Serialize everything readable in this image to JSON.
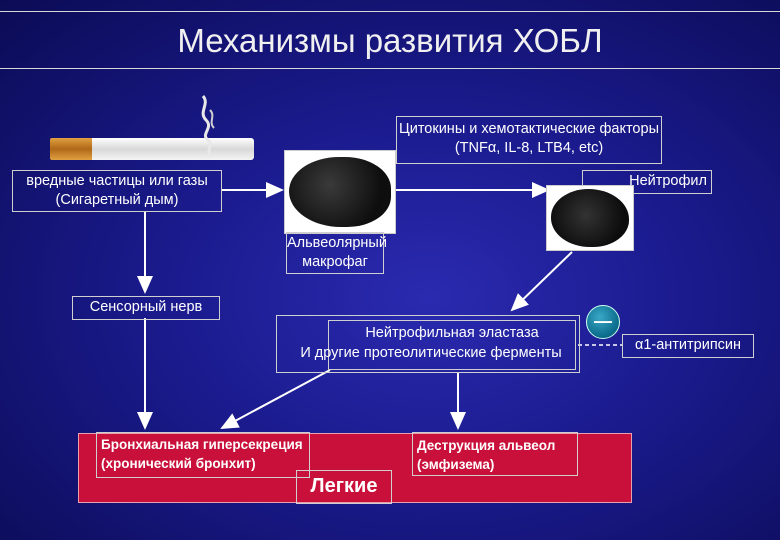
{
  "title": "Механизмы развития ХОБЛ",
  "nodes": {
    "cytokines": {
      "line1": "Цитокины и хемотактические факторы",
      "line2": "(TNFα, IL-8, LTB4, etc)"
    },
    "particles": {
      "line1": "вредные частицы или газы",
      "line2": "(Сигаретный дым)"
    },
    "neutrophil": {
      "label": "Нейтрофил"
    },
    "macrophage": {
      "line1": "Альвеолярный",
      "line2": "макрофаг"
    },
    "sensory_nerve": {
      "label": "Сенсорный нерв"
    },
    "elastase": {
      "line1": "Нейтрофильная эластаза",
      "line2": "И другие протеолитические ферменты"
    },
    "antitrypsin": {
      "label": "α1-антитрипсин"
    },
    "hypersecretion": {
      "line1": "Бронхиальная гиперсекреция",
      "line2": "(хронический бронхит)"
    },
    "destruction": {
      "line1": "Деструкция альвеол",
      "line2": "(эмфизема)"
    },
    "lungs": {
      "label": "Легкие"
    },
    "inhibit_symbol": "—"
  },
  "colors": {
    "background": "#1a1a8c",
    "lungs_box": "#c8103a",
    "inhibit_circle": "#0a6a8a"
  }
}
